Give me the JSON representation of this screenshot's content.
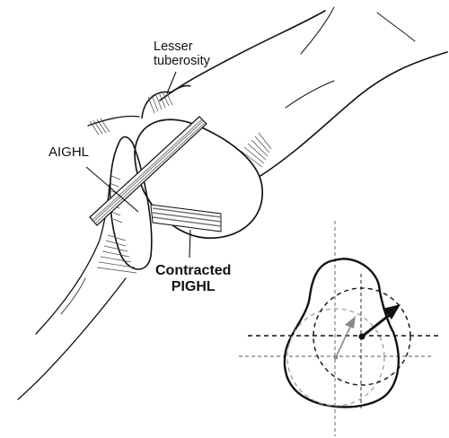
{
  "labels": {
    "lesser_tuberosity": [
      "Lesser",
      "tuberosity"
    ],
    "aighl": "AIGHL",
    "contracted_pighl": [
      "Contracted",
      "PIGHL"
    ]
  },
  "colors": {
    "ink": "#111111",
    "hatch": "#444444",
    "ligament_band": "#777777",
    "arrow_gray": "#8a8a8a",
    "background": "#ffffff"
  }
}
